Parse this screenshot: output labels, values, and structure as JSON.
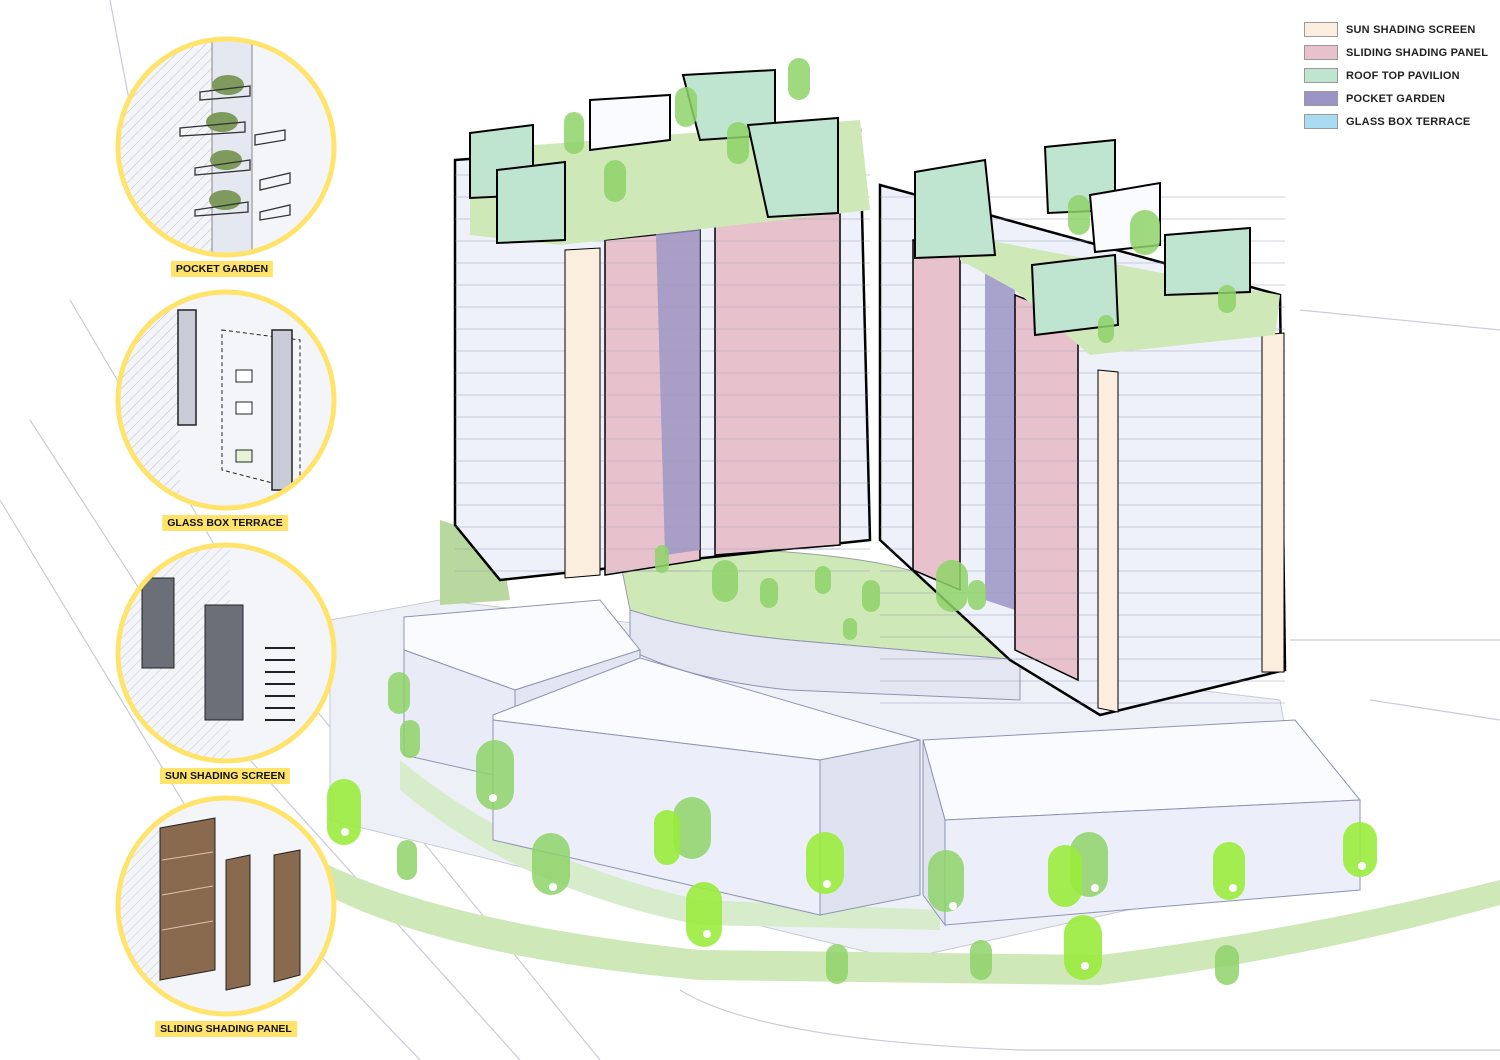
{
  "legend": {
    "items": [
      {
        "label": "SUN SHADING SCREEN",
        "color": "#fbeedf"
      },
      {
        "label": "SLIDING SHADING PANEL",
        "color": "#e7c2cd"
      },
      {
        "label": "ROOF TOP PAVILION",
        "color": "#bfe4cf"
      },
      {
        "label": "POCKET GARDEN",
        "color": "#9a95c4"
      },
      {
        "label": "GLASS BOX TERRACE",
        "color": "#a9dcf2"
      }
    ]
  },
  "callouts": [
    {
      "label": "POCKET GARDEN",
      "icon": "pocket-garden-icon"
    },
    {
      "label": "GLASS BOX TERRACE",
      "icon": "glass-box-terrace-icon"
    },
    {
      "label": "SUN SHADING SCREEN",
      "icon": "sun-shading-screen-icon"
    },
    {
      "label": "SLIDING SHADING PANEL",
      "icon": "sliding-shading-panel-icon"
    }
  ],
  "colors": {
    "accent_yellow": "#ffe36a",
    "tree_green": "#8fd46a",
    "tree_lime": "#9bec3e",
    "lawn": "#cfe8b8",
    "facade_white": "#eef1fa"
  }
}
